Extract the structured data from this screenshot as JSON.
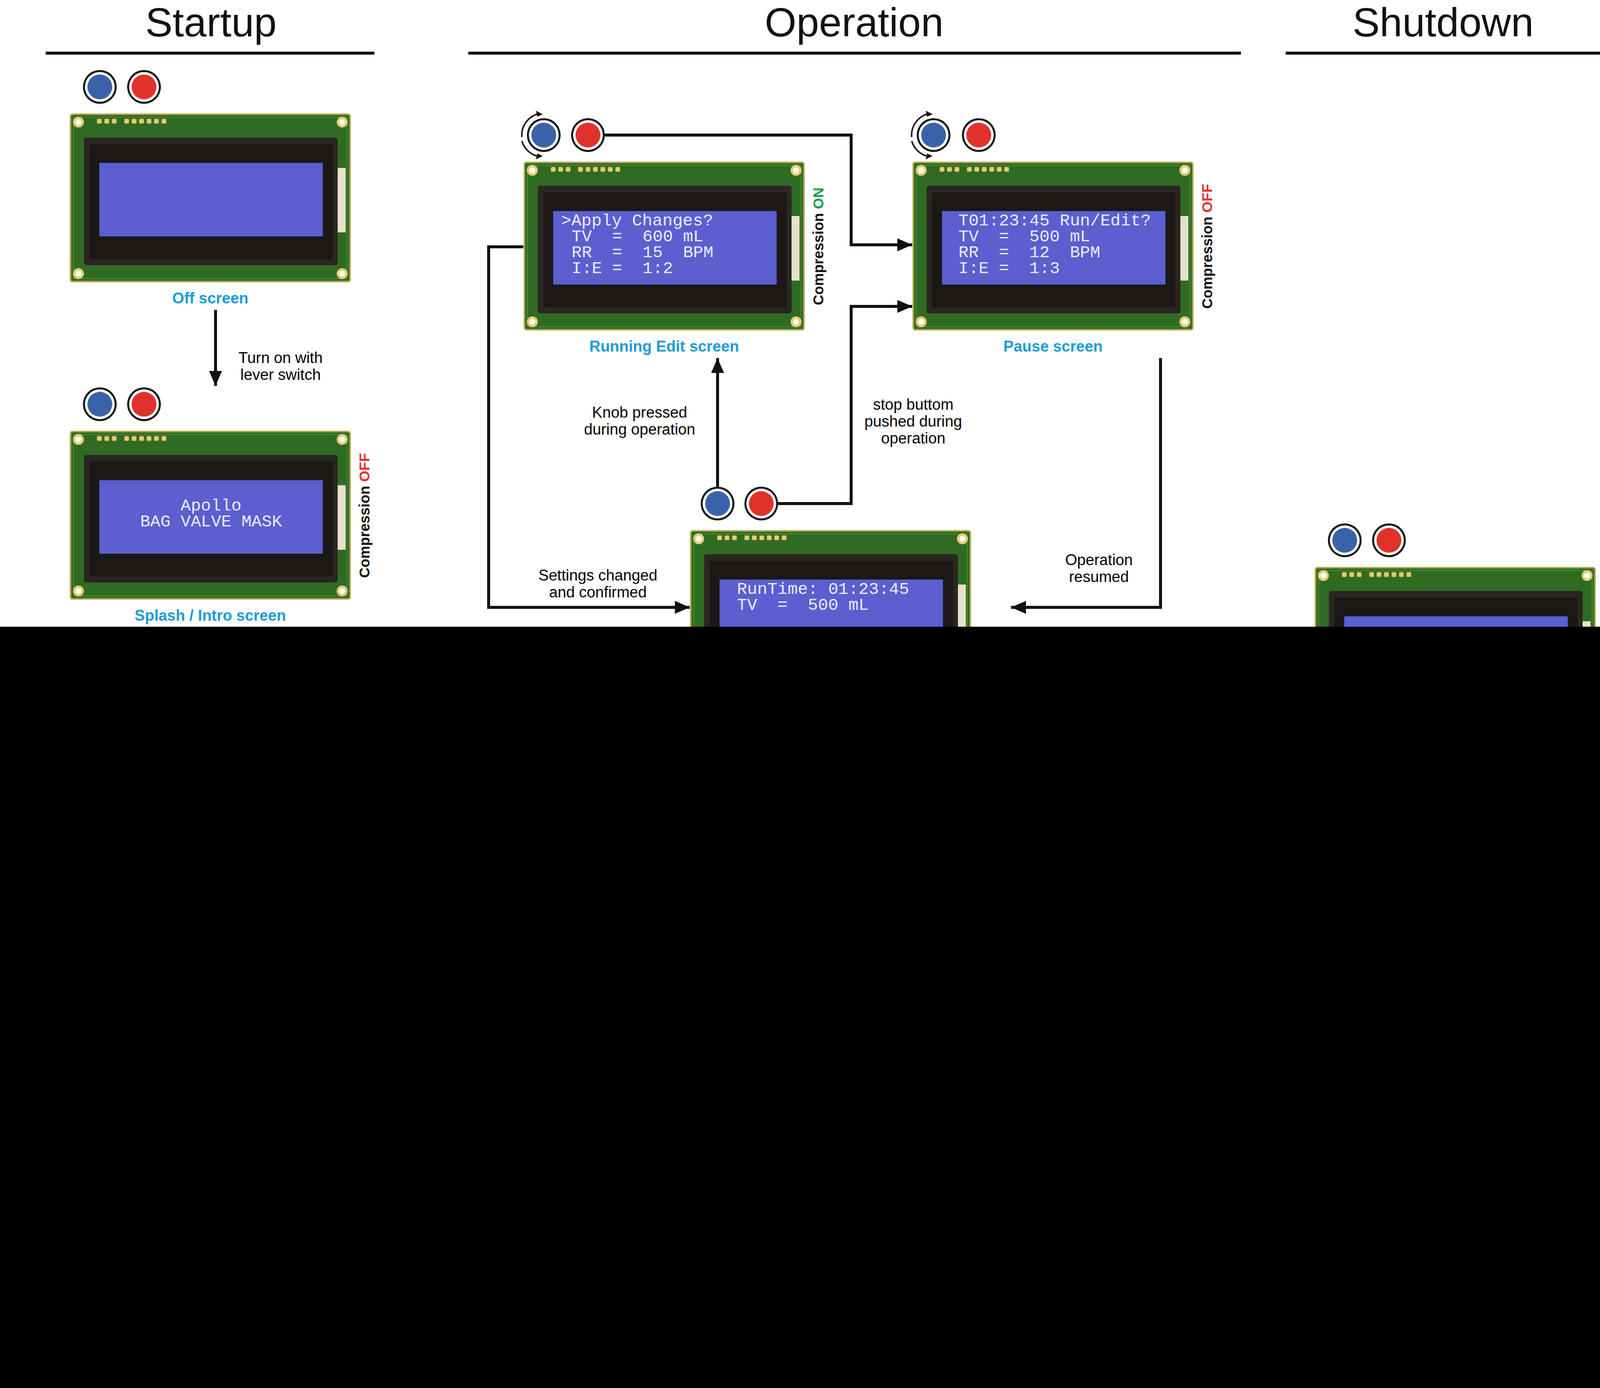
{
  "diagram": {
    "nodes": [
      {
        "text": [
          "Off screen"
        ]
      },
      {
        "text": [
          "Apollo",
          "BAG VALVE MASK",
          "Compression",
          "OFF",
          "Splash / Intro screen"
        ]
      },
      {
        "text": [
          ">Apply Changes?",
          "TV  =  600 mL",
          "RR  =  15  BPM",
          "I:E =  1:2",
          "Compression",
          "ON",
          "Running Edit screen"
        ]
      },
      {
        "text": [
          "T01:23:45 Run/Edit?",
          "TV  =  500 mL",
          "RR  =  12  BPM",
          "I:E =  1:3",
          "Compression",
          "OFF",
          "Pause screen"
        ]
      },
      {
        "text": [
          "RunTime: 01:23:45",
          "TV  =  500 mL"
        ]
      }
    ],
    "edges": [
      {
        "from": 0,
        "to": 1,
        "arrow": "to",
        "label": "Turn on with lever switch"
      },
      {
        "from": 2,
        "to": 3,
        "arrow": "to"
      },
      {
        "from": 4,
        "to": 3,
        "arrow": "to",
        "label": "stop buttom pushed during operation"
      },
      {
        "from": 4,
        "to": 2,
        "arrow": "to",
        "label": "Knob pressed during operation"
      },
      {
        "from": 2,
        "to": 4,
        "arrow": "to",
        "label": "Settings changed and confirmed"
      },
      {
        "from": 3,
        "to": 4,
        "arrow": "to",
        "label": "Operation resumed"
      }
    ],
    "labels": [
      "Startup",
      "Operation",
      "Shutdown"
    ]
  }
}
